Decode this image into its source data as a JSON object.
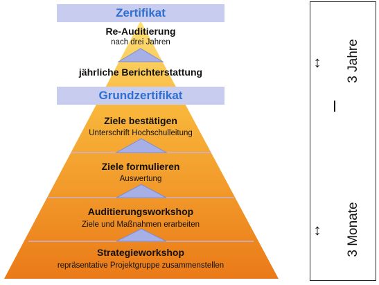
{
  "pyramid": {
    "top_band": "Zertifikat",
    "mid_band": "Grundzertifikat",
    "top_section": {
      "title": "Re-Auditierung",
      "subtitle": "nach drei Jahren"
    },
    "annual": {
      "title": "jährliche Berichterstattung"
    },
    "levels": [
      {
        "title": "Ziele bestätigen",
        "subtitle": "Unterschrift Hochschulleitung"
      },
      {
        "title": "Ziele formulieren",
        "subtitle": "Auswertung"
      },
      {
        "title": "Auditierungsworkshop",
        "subtitle": "Ziele und Maßnahmen erarbeiten"
      },
      {
        "title": "Strategieworkshop",
        "subtitle": "repräsentative Projektgruppe zusammenstellen"
      }
    ]
  },
  "timeline": {
    "upper_label": "3 Jahre",
    "lower_label": "3 Monate",
    "arrow_symbol": "↕"
  },
  "colors": {
    "band_fill": "#c8cdf0",
    "band_text": "#2e6fd0",
    "pyramid_light": "#fbd05a",
    "pyramid_dark": "#ea7e1a",
    "triangle_fill": "#a6b0e6"
  }
}
